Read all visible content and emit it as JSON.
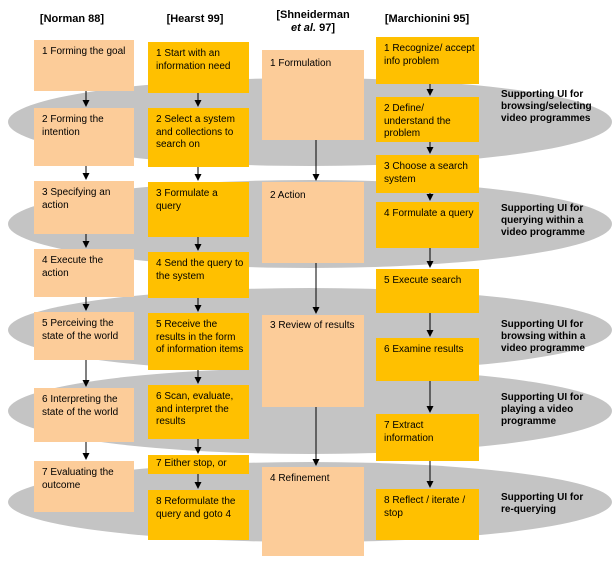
{
  "headers": {
    "norman": "[Norman 88]",
    "hearst": "[Hearst 99]",
    "shneiderman_a": "[Shneiderman",
    "shneiderman_b": "et al.",
    "shneiderman_c": " 97]",
    "marchionini": "[Marchionini 95]"
  },
  "norman": [
    "1  Forming the goal",
    "2  Forming the intention",
    "3  Specifying an action",
    "4  Execute the action",
    "5  Perceiving the state of the world",
    "6  Interpreting the state of the world",
    "7  Evaluating the outcome"
  ],
  "hearst": [
    "1  Start with an information need",
    "2  Select a system and collections to search on",
    "3  Formulate a query",
    "4  Send the query to the system",
    "5  Receive the results in the form of information items",
    "6  Scan, evaluate, and interpret the results",
    "7  Either stop, or",
    "8  Reformulate the query and goto 4"
  ],
  "shneiderman": [
    "1  Formulation",
    "2  Action",
    "3  Review of results",
    "4  Refinement"
  ],
  "marchionini": [
    "1  Recognize/ accept info problem",
    "2  Define/ understand the problem",
    "3  Choose a search system",
    "4  Formulate a query",
    "5  Execute search",
    "6  Examine results",
    "7  Extract information",
    "8  Reflect / iterate / stop"
  ],
  "support_labels": [
    "Supporting UI  for browsing/selecting video programmes",
    "Supporting UI  for querying within a video programme",
    "Supporting UI  for browsing within a video programme",
    "Supporting UI  for playing a video programme",
    "Supporting UI  for re-querying"
  ],
  "colors": {
    "band": "#c4c4c4",
    "norman_box": "#fccc99",
    "shneiderman_box": "#fccc99",
    "hearst_box": "#ffc000",
    "marchionini_box": "#ffc000",
    "arrow": "#000000"
  }
}
